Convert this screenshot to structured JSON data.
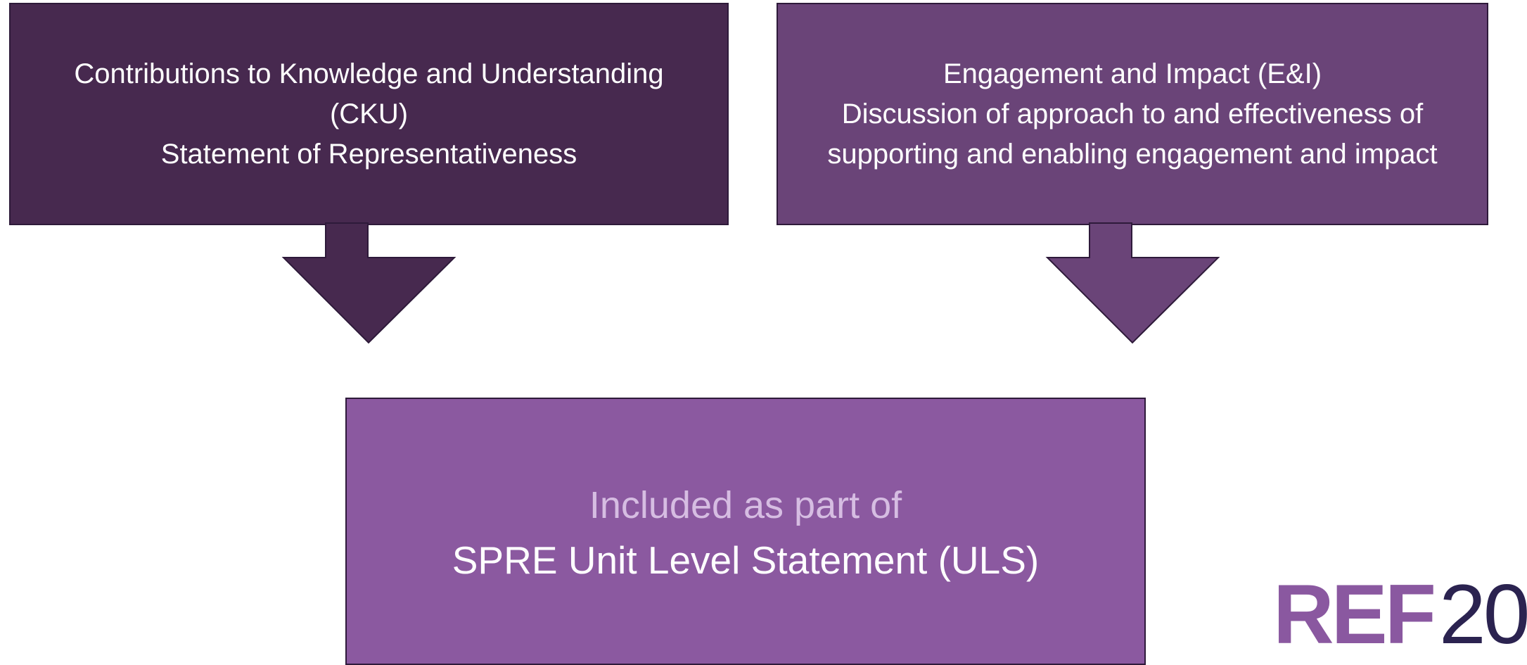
{
  "boxes": {
    "cku": {
      "lines": [
        "Contributions to Knowledge and Understanding",
        "(CKU)",
        "Statement of Representativeness"
      ]
    },
    "ei": {
      "lines": [
        "Engagement and Impact (E&I)",
        "Discussion of approach to and effectiveness of",
        "supporting and enabling engagement and impact"
      ]
    },
    "uls": {
      "subtitle": "Included as part of",
      "title": "SPRE Unit Level Statement (ULS)"
    }
  },
  "logo": {
    "text": "REF",
    "number": "20"
  },
  "colors": {
    "cku_box": "#47294f",
    "ei_box": "#6a4478",
    "uls_box": "#8b59a0",
    "uls_subtitle_text": "#d6bde2",
    "logo_ref": "#8a58a0",
    "logo_number": "#2b2350"
  }
}
